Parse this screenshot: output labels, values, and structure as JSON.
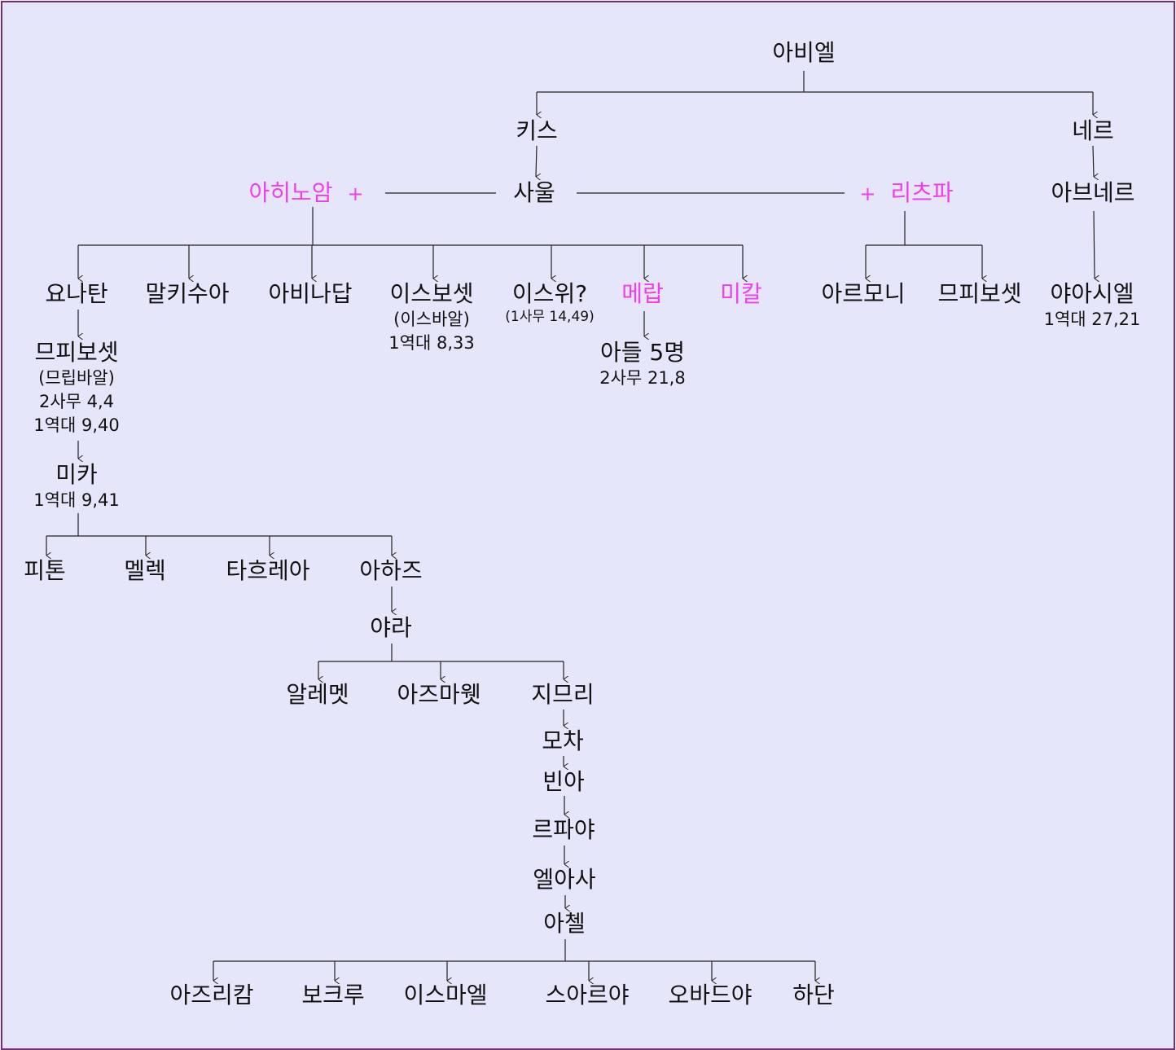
{
  "nodes": {
    "abiel": {
      "name": "아비엘"
    },
    "kis": {
      "name": "키스"
    },
    "ner": {
      "name": "네르"
    },
    "ahinoam": {
      "name": "아히노암",
      "plus": "+"
    },
    "saul": {
      "name": "사울"
    },
    "rizpah": {
      "name": "리츠파",
      "plus": "+"
    },
    "abner": {
      "name": "아브네르"
    },
    "jonathan": {
      "name": "요나탄"
    },
    "malchishua": {
      "name": "말키수아"
    },
    "abinadab": {
      "name": "아비나답"
    },
    "ishbosheth": {
      "name": "이스보셋",
      "sub1": "(이스바알)",
      "sub2": "1역대 8,33"
    },
    "ishvi": {
      "name": "이스위?",
      "sub1": "(1사무 14,49)"
    },
    "merab": {
      "name": "메랍"
    },
    "michal": {
      "name": "미칼"
    },
    "armoni": {
      "name": "아르모니"
    },
    "mephibosheth_r": {
      "name": "므피보셋"
    },
    "jaasiel": {
      "name": "야아시엘",
      "sub1": "1역대 27,21"
    },
    "sons5": {
      "name": "아들 5명",
      "sub1": "2사무 21,8"
    },
    "mephibosheth": {
      "name": "므피보셋",
      "sub1": "(므립바알)",
      "sub2": "2사무 4,4",
      "sub3": "1역대 9,40"
    },
    "mica": {
      "name": "미카",
      "sub1": "1역대 9,41"
    },
    "pithon": {
      "name": "피톤"
    },
    "melech": {
      "name": "멜렉"
    },
    "tarea": {
      "name": "타흐레아"
    },
    "ahaz": {
      "name": "아하즈"
    },
    "jarah": {
      "name": "야라"
    },
    "alemeth": {
      "name": "알레멧"
    },
    "azmaveth": {
      "name": "아즈마웻"
    },
    "zimri": {
      "name": "지므리"
    },
    "moza": {
      "name": "모차"
    },
    "binea": {
      "name": "빈아"
    },
    "rephaiah": {
      "name": "르파야"
    },
    "eleasah": {
      "name": "엘아사"
    },
    "azel": {
      "name": "아첼"
    },
    "azrikam": {
      "name": "아즈리캄"
    },
    "bocheru": {
      "name": "보크루"
    },
    "ishmael": {
      "name": "이스마엘"
    },
    "sheariah": {
      "name": "스아르야"
    },
    "obadiah": {
      "name": "오바드야"
    },
    "hanan": {
      "name": "하단"
    }
  },
  "colors": {
    "background": "#e6e6fb",
    "border": "#7a2c7a",
    "highlight": "#ee3fee",
    "text": "#111111",
    "line": "#222222"
  }
}
